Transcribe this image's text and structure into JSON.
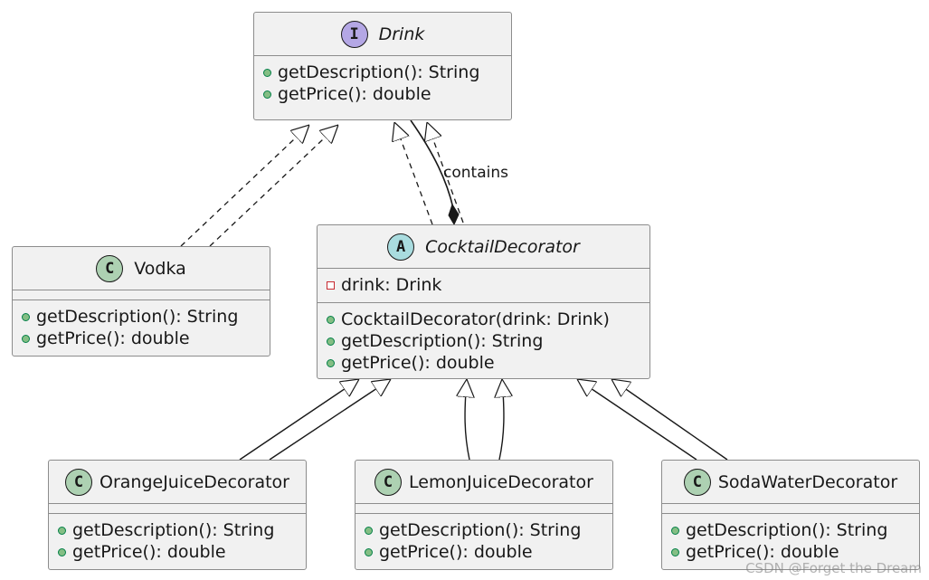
{
  "classes": {
    "drink": {
      "stereotype": "I",
      "name": "Drink",
      "methods": [
        "getDescription(): String",
        "getPrice(): double"
      ]
    },
    "vodka": {
      "stereotype": "C",
      "name": "Vodka",
      "methods": [
        "getDescription(): String",
        "getPrice(): double"
      ]
    },
    "cocktail_decorator": {
      "stereotype": "A",
      "name": "CocktailDecorator",
      "fields": [
        "drink: Drink"
      ],
      "methods": [
        "CocktailDecorator(drink: Drink)",
        "getDescription(): String",
        "getPrice(): double"
      ]
    },
    "orange": {
      "stereotype": "C",
      "name": "OrangeJuiceDecorator",
      "methods": [
        "getDescription(): String",
        "getPrice(): double"
      ]
    },
    "lemon": {
      "stereotype": "C",
      "name": "LemonJuiceDecorator",
      "methods": [
        "getDescription(): String",
        "getPrice(): double"
      ]
    },
    "soda": {
      "stereotype": "C",
      "name": "SodaWaterDecorator",
      "methods": [
        "getDescription(): String",
        "getPrice(): double"
      ]
    }
  },
  "relations": {
    "contains_label": "contains"
  },
  "watermark": "CSDN @Forget the Dream"
}
